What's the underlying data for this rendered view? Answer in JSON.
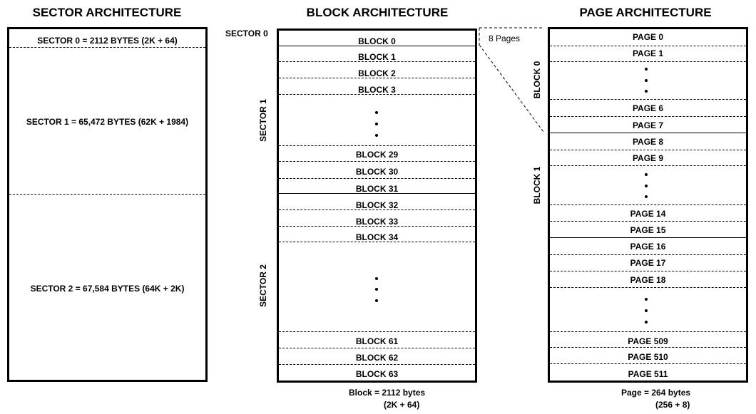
{
  "sector_architecture": {
    "title": "SECTOR ARCHITECTURE",
    "sectors": [
      "SECTOR 0 = 2112 BYTES (2K + 64)",
      "SECTOR 1 = 65,472 BYTES (62K + 1984)",
      "SECTOR 2 = 67,584 BYTES (64K + 2K)"
    ]
  },
  "block_architecture": {
    "title": "BLOCK ARCHITECTURE",
    "sector_labels": [
      "SECTOR 0",
      "SECTOR 1",
      "SECTOR 2"
    ],
    "blocks": [
      "BLOCK 0",
      "BLOCK 1",
      "BLOCK 2",
      "BLOCK 3",
      "BLOCK 29",
      "BLOCK 30",
      "BLOCK 31",
      "BLOCK 32",
      "BLOCK 33",
      "BLOCK 34",
      "BLOCK 61",
      "BLOCK 62",
      "BLOCK 63"
    ],
    "caption_line1": "Block = 2112 bytes",
    "caption_line2": "(2K + 64)"
  },
  "expansion_label": "8 Pages",
  "page_architecture": {
    "title": "PAGE ARCHITECTURE",
    "block_labels": [
      "BLOCK 0",
      "BLOCK 1"
    ],
    "pages": [
      "PAGE 0",
      "PAGE 1",
      "PAGE 6",
      "PAGE 7",
      "PAGE 8",
      "PAGE 9",
      "PAGE 14",
      "PAGE 15",
      "PAGE 16",
      "PAGE 17",
      "PAGE 18",
      "PAGE 509",
      "PAGE 510",
      "PAGE 511"
    ],
    "caption_line1": "Page = 264 bytes",
    "caption_line2": "(256 + 8)"
  }
}
